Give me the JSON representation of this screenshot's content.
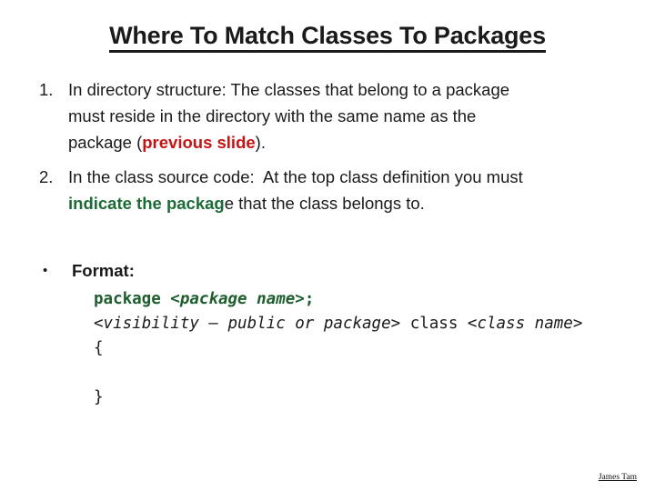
{
  "slide": {
    "title": "Where To Match Classes To Packages",
    "colors": {
      "red": "#c51414",
      "green": "#1d6b36",
      "code_green": "#1e5e2e",
      "text": "#1a1a1a"
    },
    "numbered_items": [
      {
        "number": "1.",
        "lines": [
          [
            {
              "t": "In directory structure: The classes that belong to a package"
            }
          ],
          [
            {
              "t": "must reside in the directory with the same name as the"
            }
          ],
          [
            {
              "t": "package ("
            },
            {
              "t": "previous slide",
              "s": "red-bold"
            },
            {
              "t": ")."
            }
          ]
        ]
      },
      {
        "number": "2.",
        "lines": [
          [
            {
              "t": "In the class source code:  At the top class definition you must"
            }
          ],
          [
            {
              "t": "indicate the packag",
              "s": "green-bold"
            },
            {
              "t": "e that the class belongs to."
            }
          ]
        ]
      }
    ],
    "bullet_item": {
      "bullet": "•",
      "label": "Format:"
    },
    "code_lines": [
      [
        {
          "t": "package ",
          "s": "kw"
        },
        {
          "t": "<",
          "s": "kw"
        },
        {
          "t": "package name",
          "s": "kw-italic"
        },
        {
          "t": ">;",
          "s": "kw"
        }
      ],
      [
        {
          "t": "<"
        },
        {
          "t": "visibility – public or package",
          "s": "italic"
        },
        {
          "t": "> class <"
        },
        {
          "t": "class name",
          "s": "italic"
        },
        {
          "t": ">"
        }
      ],
      [
        {
          "t": "{"
        }
      ],
      [
        {
          "t": " "
        }
      ],
      [
        {
          "t": "}"
        }
      ]
    ],
    "footer": "James Tam"
  }
}
